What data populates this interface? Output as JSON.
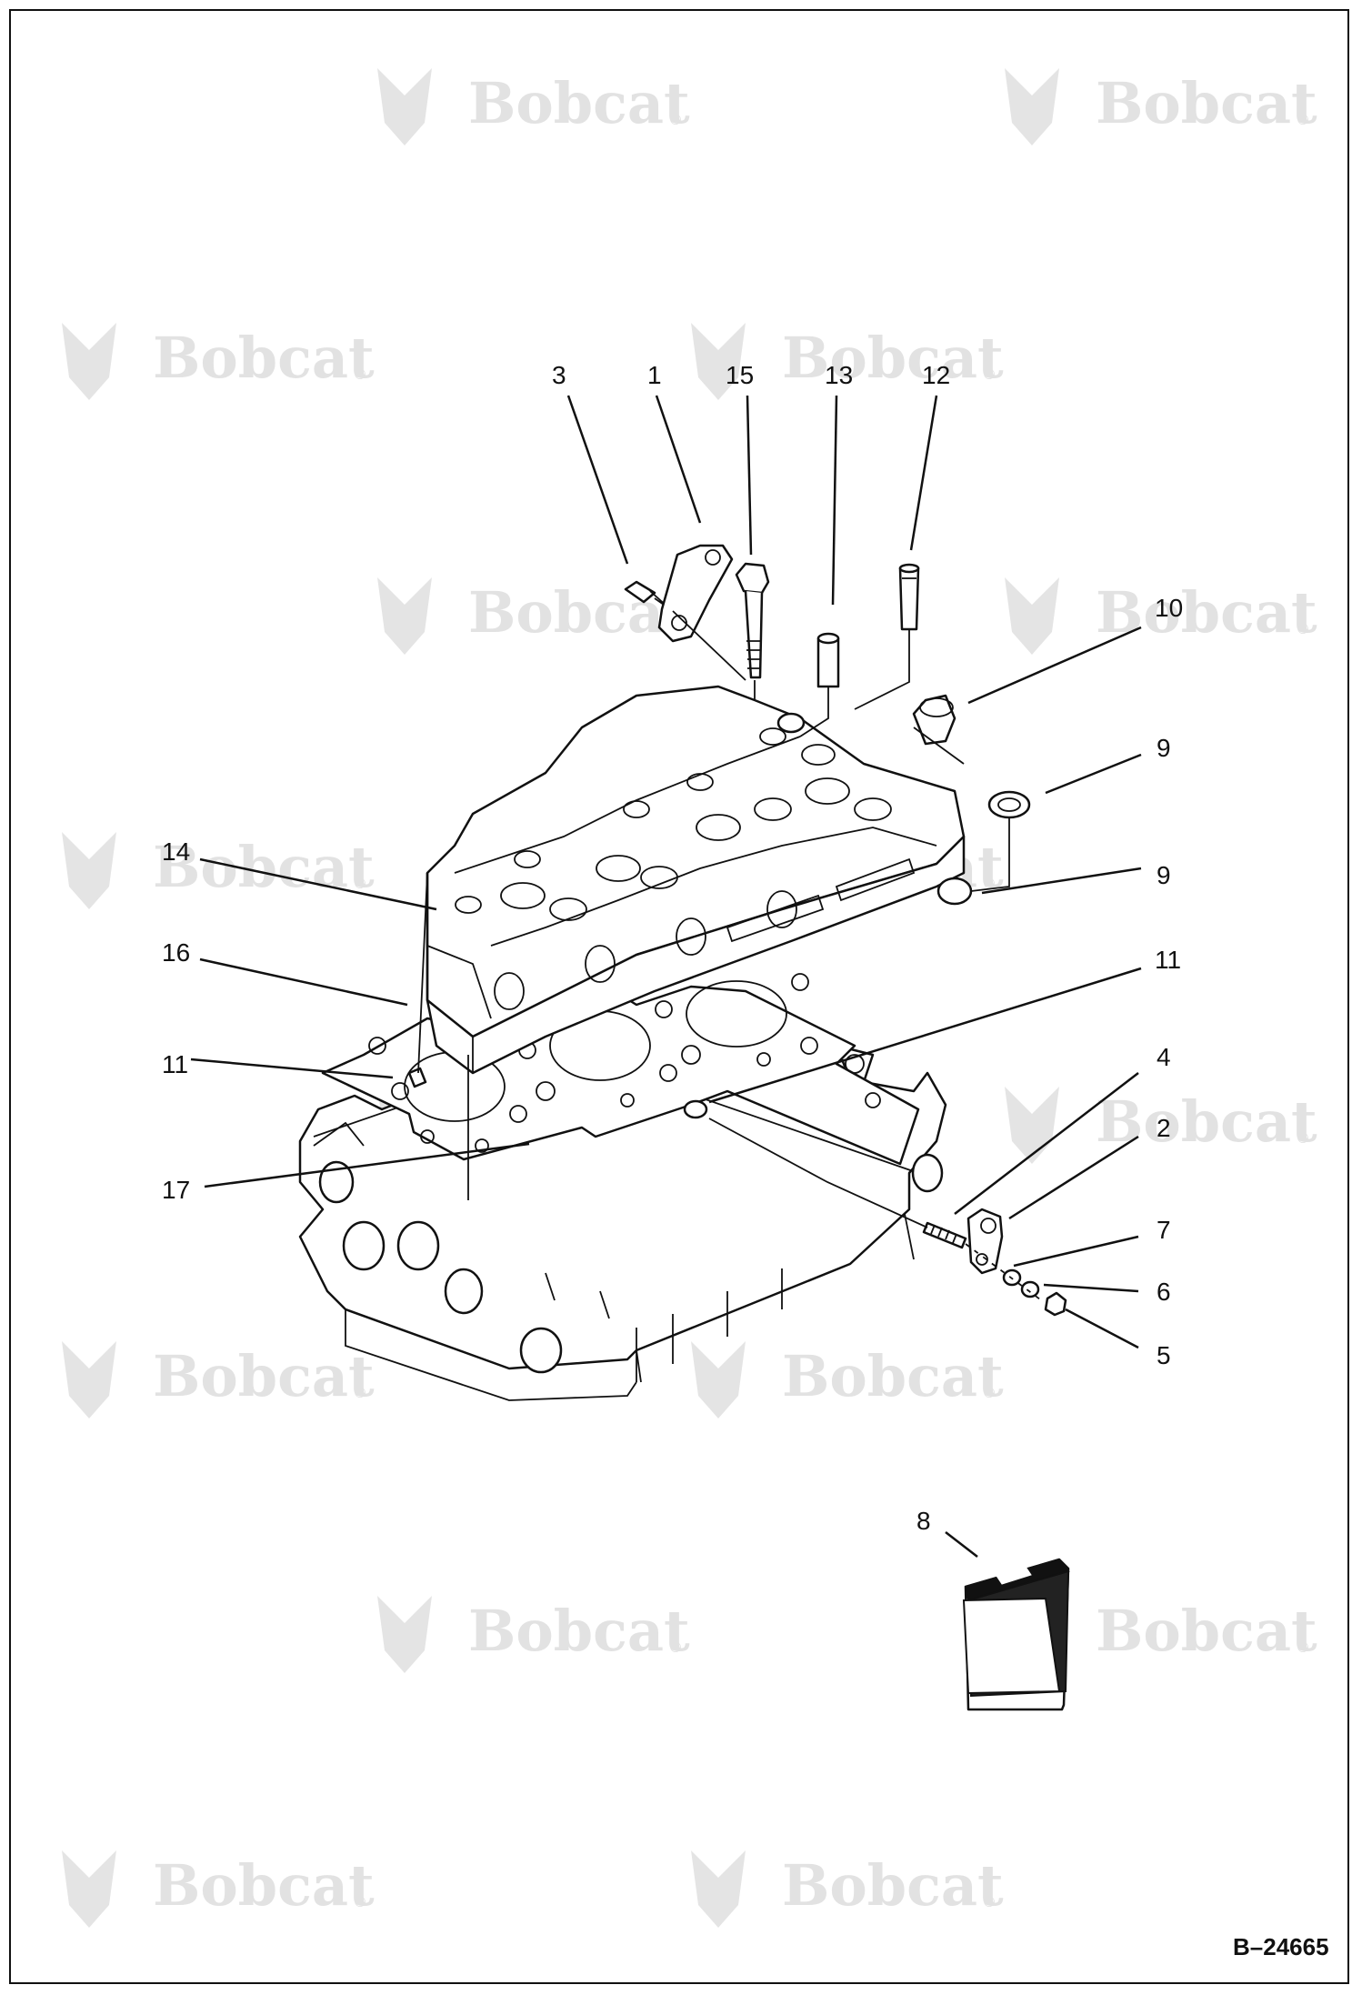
{
  "watermark": {
    "text": "Bobcat",
    "reg_mark": "®"
  },
  "callouts": [
    "1",
    "2",
    "3",
    "4",
    "5",
    "6",
    "7",
    "8",
    "9",
    "9",
    "10",
    "11",
    "11",
    "12",
    "13",
    "14",
    "15",
    "16",
    "17"
  ],
  "reference_code": "B–24665"
}
